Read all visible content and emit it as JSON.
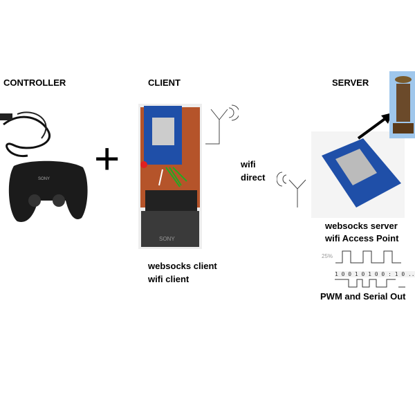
{
  "labels": {
    "controller": "CONTROLLER",
    "client": "CLIENT",
    "server": "SERVER",
    "plus": "+",
    "wifi_line1": "wifi",
    "wifi_line2": "direct",
    "client_desc1": "websocks client",
    "client_desc2": "wifi client",
    "server_desc1": "websocks server",
    "server_desc2": "wifi Access Point",
    "output": "PWM and Serial Out"
  },
  "signal": {
    "duty_label": "25%",
    "serial_bits": "1 0 0 1 0 1 0 0 : 1 0 ..."
  },
  "images": {
    "controller_brand": "SONY",
    "client_brand": "SONY"
  },
  "colors": {
    "pcb": "#b5542a",
    "board": "#1f4fa8",
    "connector": "#3a3a3a"
  }
}
